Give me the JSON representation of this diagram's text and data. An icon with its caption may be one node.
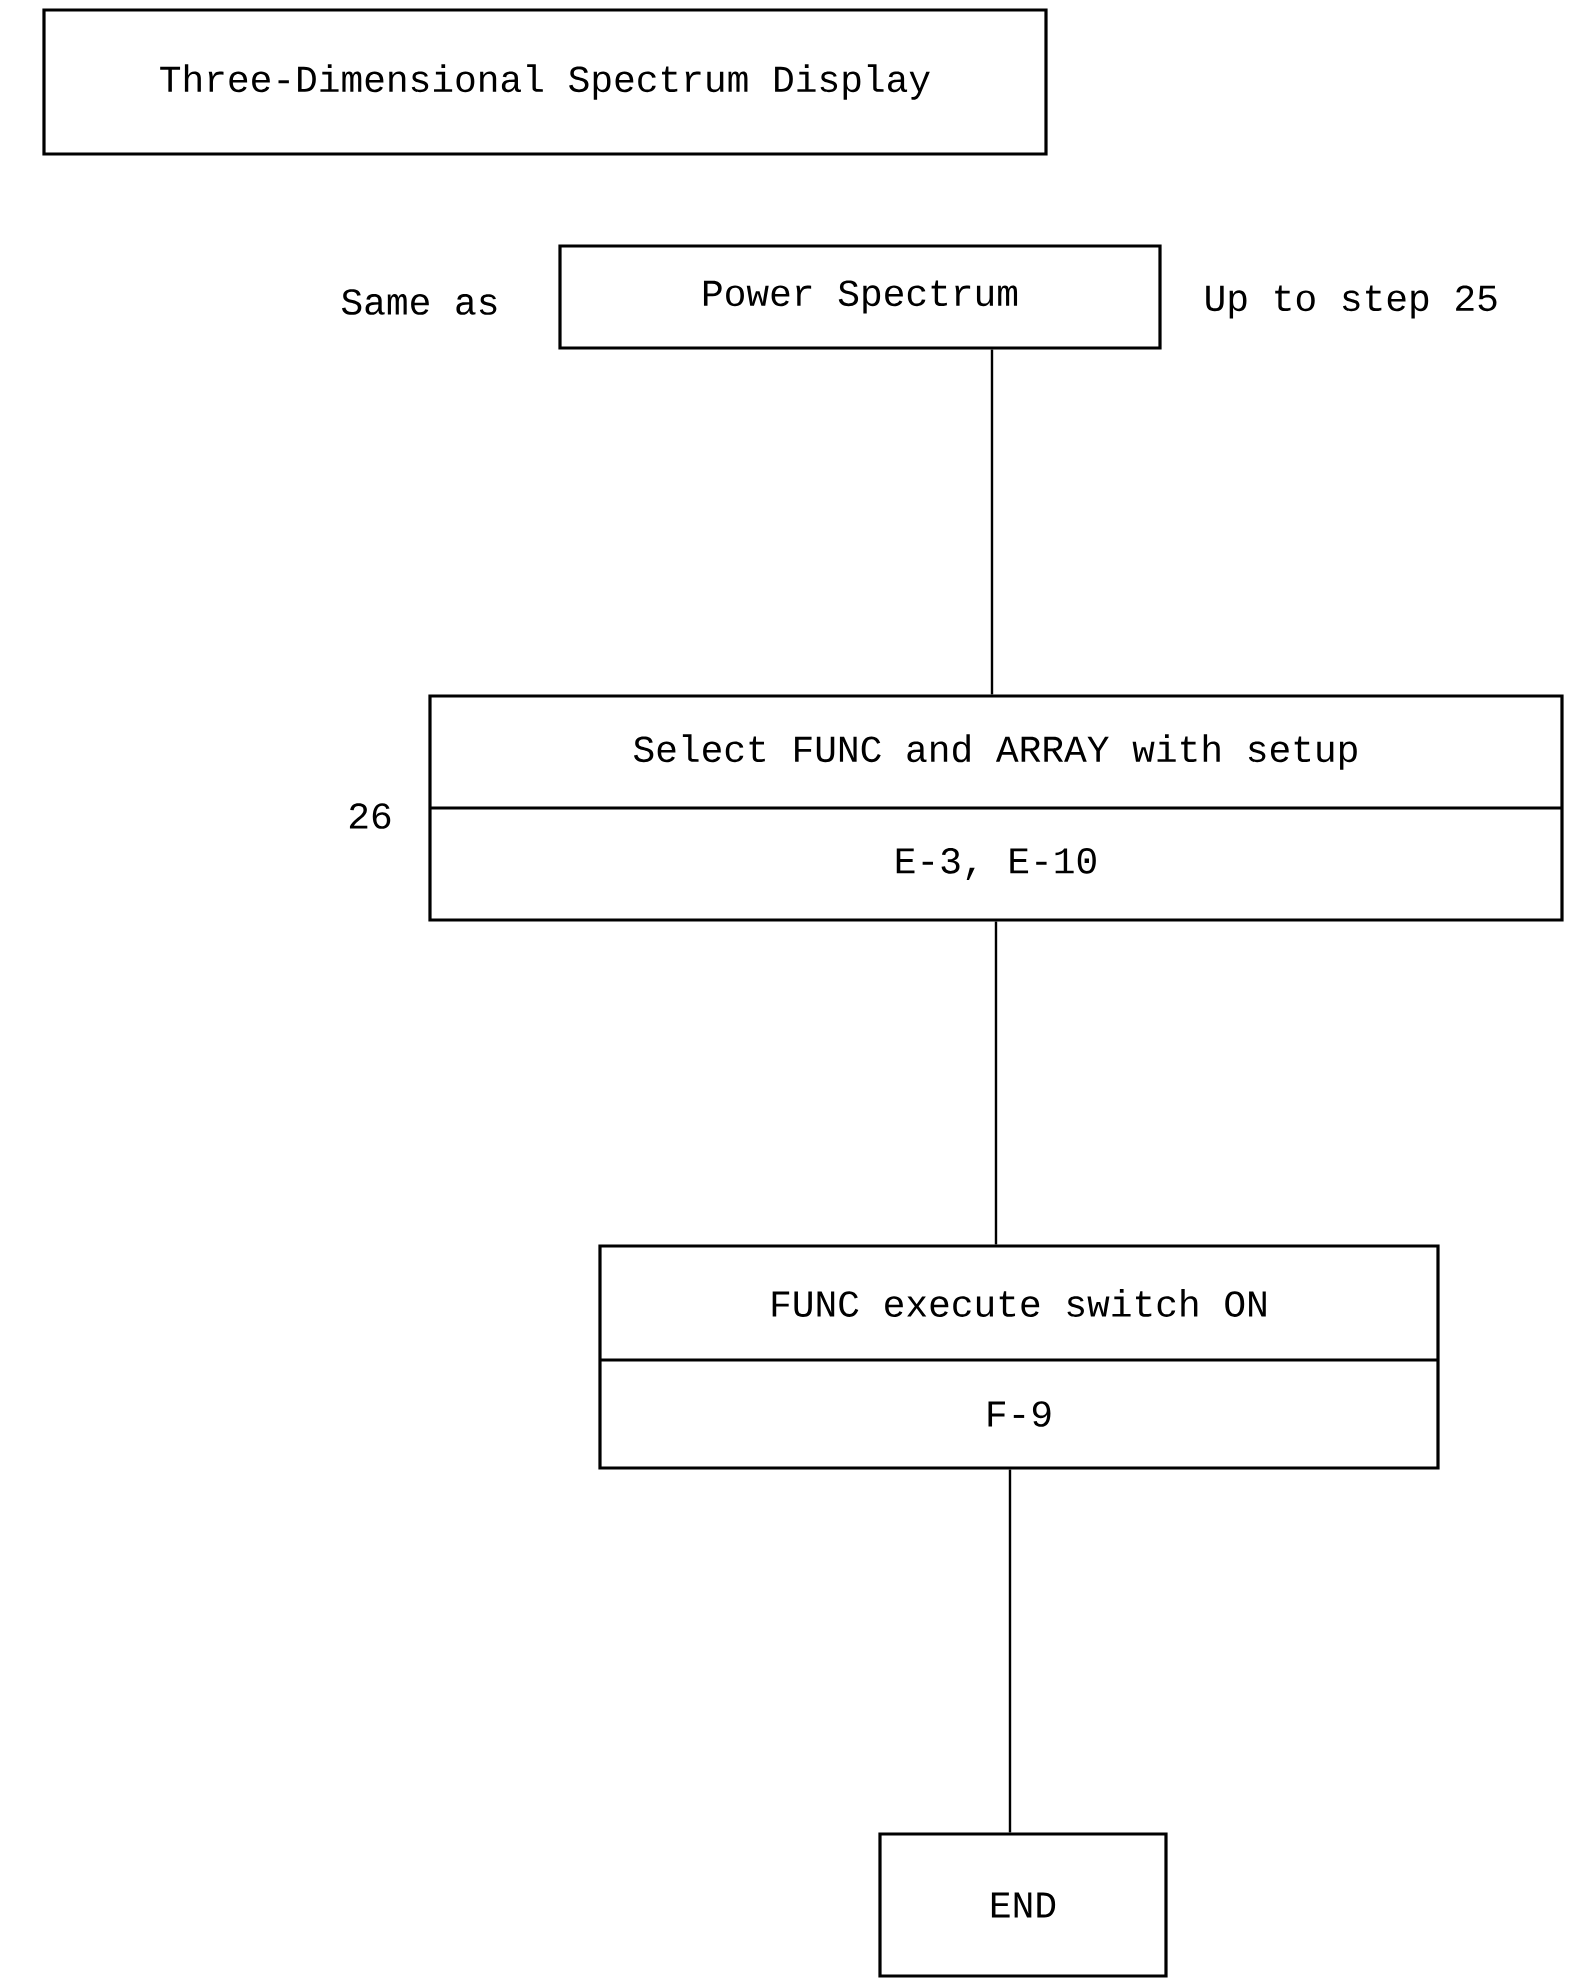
{
  "diagram": {
    "nodes": [
      {
        "text": [
          "Three-Dimensional Spectrum Display"
        ]
      },
      {
        "text": [
          "Power Spectrum"
        ],
        "beside": [
          "Same as",
          "Up to step 25"
        ]
      },
      {
        "text": [
          "Select FUNC and ARRAY with setup",
          "E-3, E-10"
        ],
        "beside": [
          "26"
        ]
      },
      {
        "text": [
          "FUNC execute switch ON",
          "F-9"
        ]
      },
      {
        "text": [
          "END"
        ]
      }
    ],
    "edges": [
      {
        "from": 1,
        "to": 2,
        "arrow": "none"
      },
      {
        "from": 2,
        "to": 3,
        "arrow": "none"
      },
      {
        "from": 3,
        "to": 4,
        "arrow": "none"
      }
    ]
  }
}
